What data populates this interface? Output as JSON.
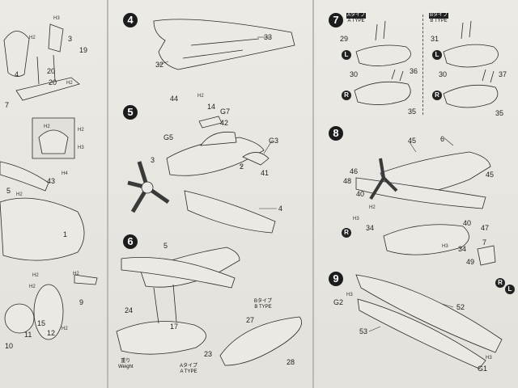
{
  "panels": {
    "left": {
      "parts": [
        "19",
        "3",
        "4",
        "20",
        "20",
        "7",
        "5",
        "43",
        "1",
        "9",
        "10",
        "11",
        "15",
        "12"
      ],
      "hq": [
        "H2",
        "H3",
        "H2",
        "H3",
        "H2",
        "H2",
        "H4",
        "H2",
        "H2",
        "H2",
        "H2",
        "H2"
      ]
    },
    "middle": {
      "steps": [
        "4",
        "5",
        "6"
      ],
      "step4": {
        "parts": [
          "33",
          "32"
        ]
      },
      "step5": {
        "parts": [
          "44",
          "14",
          "G7",
          "42",
          "G5",
          "G3",
          "3",
          "2",
          "41",
          "4"
        ],
        "hq": [
          "H2"
        ]
      },
      "step6": {
        "parts": [
          "5",
          "24",
          "17",
          "23",
          "27",
          "28"
        ],
        "weight_jp": "重り",
        "weight_en": "Weight",
        "a_type_jp": "Aタイプ",
        "a_type_en": "A TYPE",
        "b_type_jp": "Bタイプ",
        "b_type_en": "B TYPE"
      }
    },
    "right": {
      "steps": [
        "7",
        "8",
        "9"
      ],
      "step7": {
        "a_type_jp": "Aタイプ",
        "a_type_en": "A TYPE",
        "b_type_jp": "Bタイプ",
        "b_type_en": "B TYPE",
        "parts": [
          "29",
          "30",
          "36",
          "35",
          "31",
          "30",
          "37",
          "35"
        ],
        "marks": [
          "L",
          "R",
          "L",
          "R"
        ]
      },
      "step8": {
        "parts": [
          "45",
          "6",
          "46",
          "48",
          "40",
          "34",
          "45",
          "40",
          "47",
          "34",
          "49",
          "7"
        ],
        "hq": [
          "H2",
          "H3",
          "H3"
        ],
        "marks": [
          "R",
          "R"
        ]
      },
      "step9": {
        "parts": [
          "G2",
          "52",
          "53",
          "G1"
        ],
        "hq": [
          "H3",
          "H3"
        ],
        "marks": [
          "L"
        ]
      }
    }
  }
}
